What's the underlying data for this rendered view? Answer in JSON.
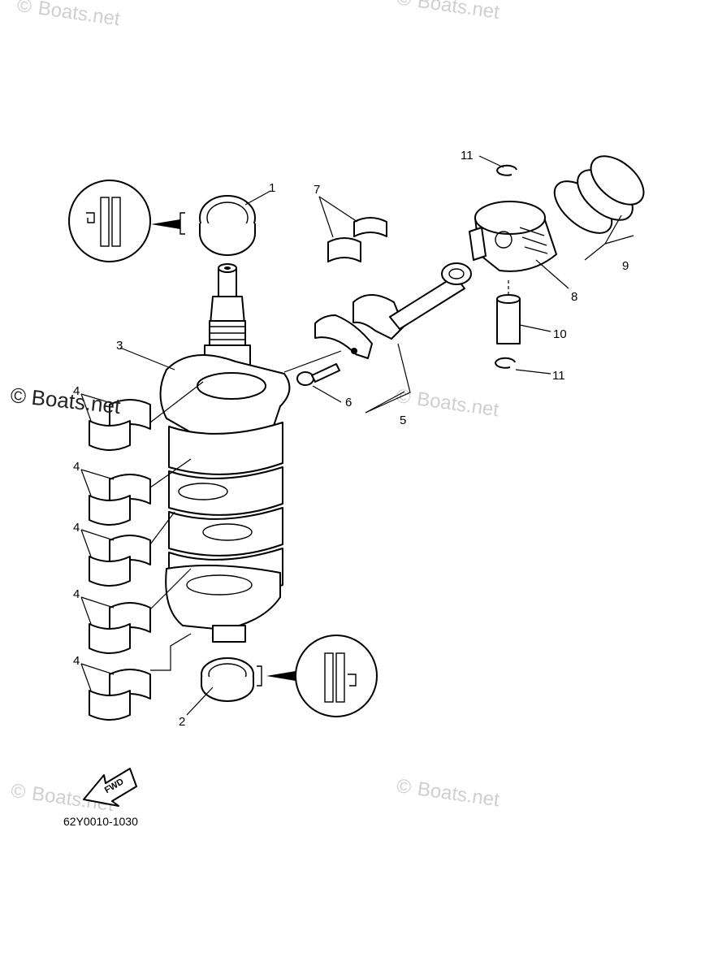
{
  "watermark": {
    "text": "Boats.net",
    "symbol": "©"
  },
  "callouts": {
    "c1": "1",
    "c2": "2",
    "c3": "3",
    "c4a": "4",
    "c4b": "4",
    "c4c": "4",
    "c4d": "4",
    "c4e": "4",
    "c5": "5",
    "c6": "6",
    "c7": "7",
    "c8": "8",
    "c9": "9",
    "c10": "10",
    "c11a": "11",
    "c11b": "11"
  },
  "direction_label": "FWD",
  "diagram_code": "62Y0010-1030",
  "colors": {
    "line": "#000000",
    "watermark": "#cfcfcf",
    "background": "#ffffff"
  }
}
